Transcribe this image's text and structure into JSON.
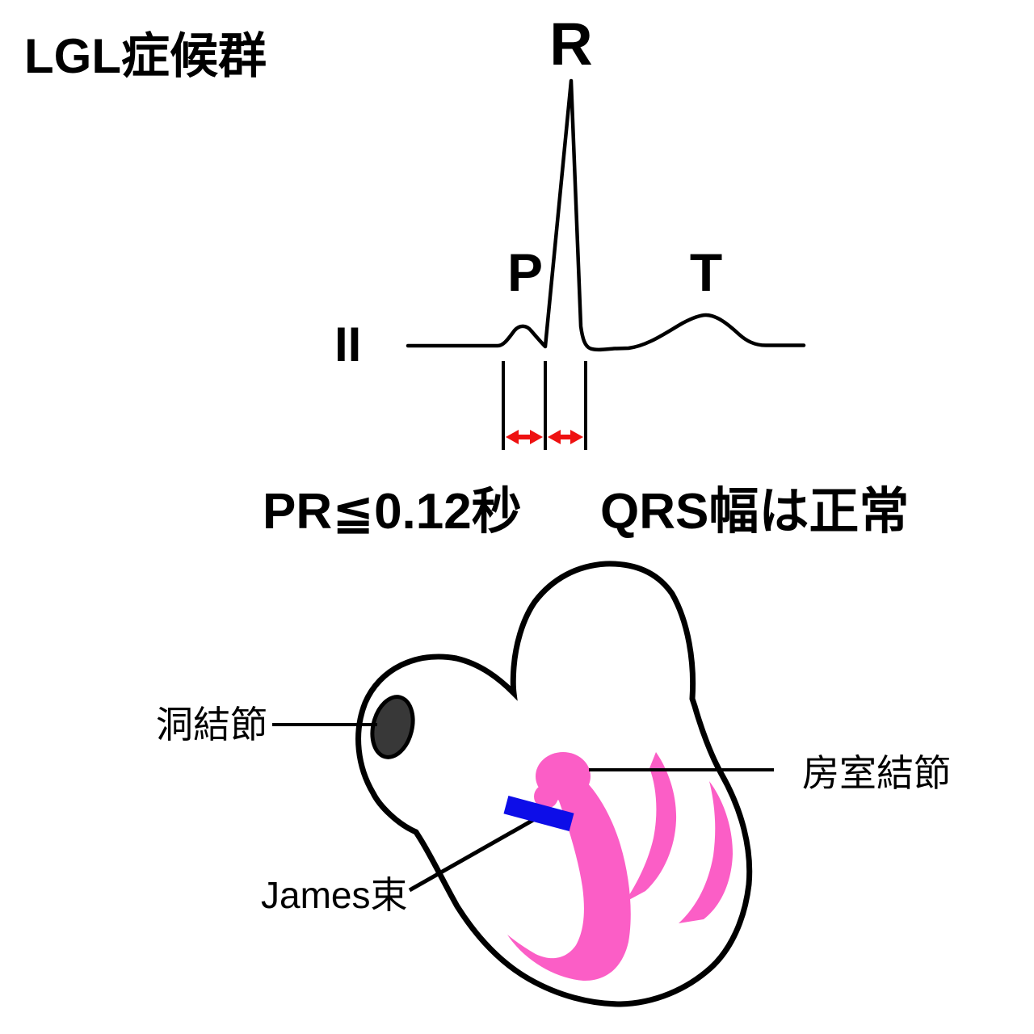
{
  "title": "LGL症候群",
  "colors": {
    "background": "#ffffff",
    "ink": "#000000",
    "pink_conduction": "#fb5ec6",
    "blue_james": "#0d0de8",
    "red_interval": "#ee1111",
    "sinus_node_gray": "#383838"
  },
  "ecg": {
    "lead_label": "II",
    "wave_labels": {
      "p": "P",
      "r": "R",
      "t": "T"
    },
    "findings": {
      "pr_interval": "PR≦0.12秒",
      "qrs_width": "QRS幅は正常"
    }
  },
  "heart": {
    "labels": {
      "sinus_node": "洞結節",
      "av_node": "房室結節",
      "james_bundle": "James束"
    }
  }
}
